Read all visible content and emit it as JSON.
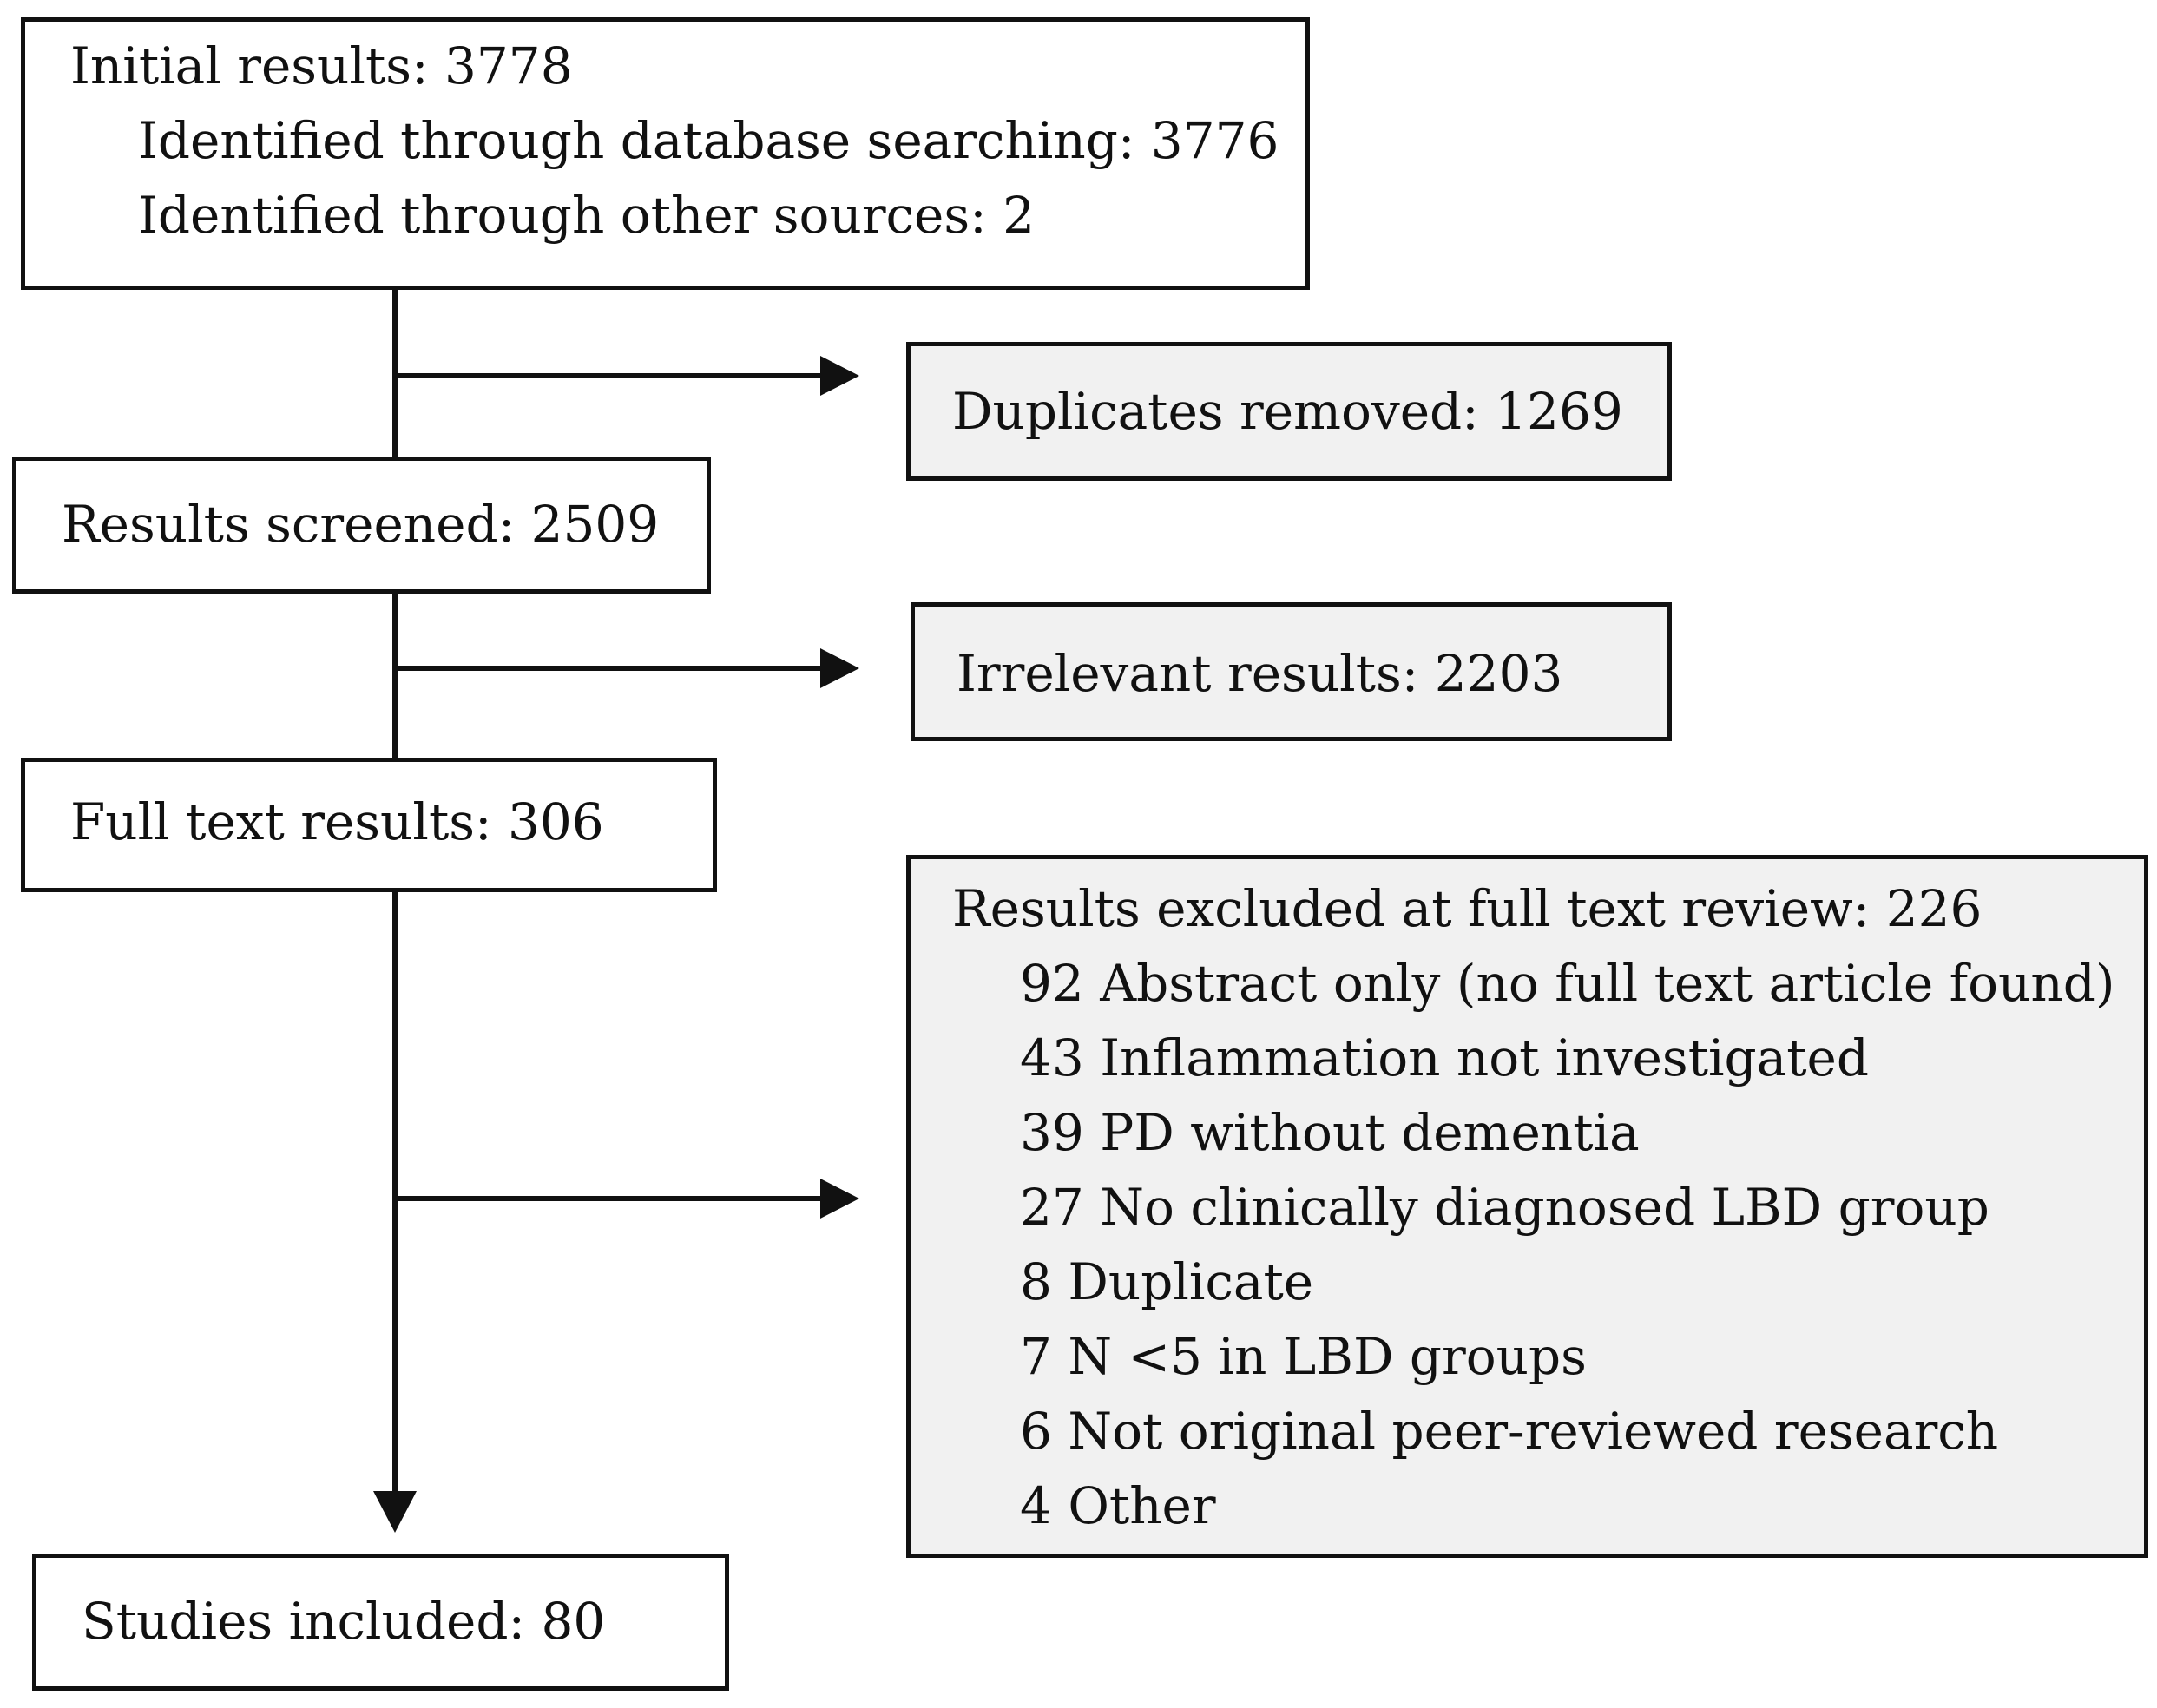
{
  "initial": {
    "title": "Initial results: 3778",
    "lines": [
      "Identified through database searching: 3776",
      "Identified through other sources: 2"
    ]
  },
  "duplicates": {
    "title": "Duplicates removed: 1269"
  },
  "screened": {
    "title": "Results screened: 2509"
  },
  "irrelevant": {
    "title": "Irrelevant results: 2203"
  },
  "fulltext": {
    "title": "Full text results: 306"
  },
  "excluded": {
    "title": "Results excluded at full text review: 226",
    "reasons": [
      "92 Abstract only (no full text article found)",
      "43 Inflammation not investigated",
      "39 PD without dementia",
      "27 No clinically diagnosed LBD group",
      "8 Duplicate",
      "7 N <5 in LBD groups",
      "6 Not original peer-reviewed research",
      "4 Other"
    ]
  },
  "included": {
    "title": "Studies included: 80"
  },
  "colors": {
    "line": "#111111",
    "box_fill": "#ffffff",
    "shaded_fill": "#f1f1f1"
  }
}
